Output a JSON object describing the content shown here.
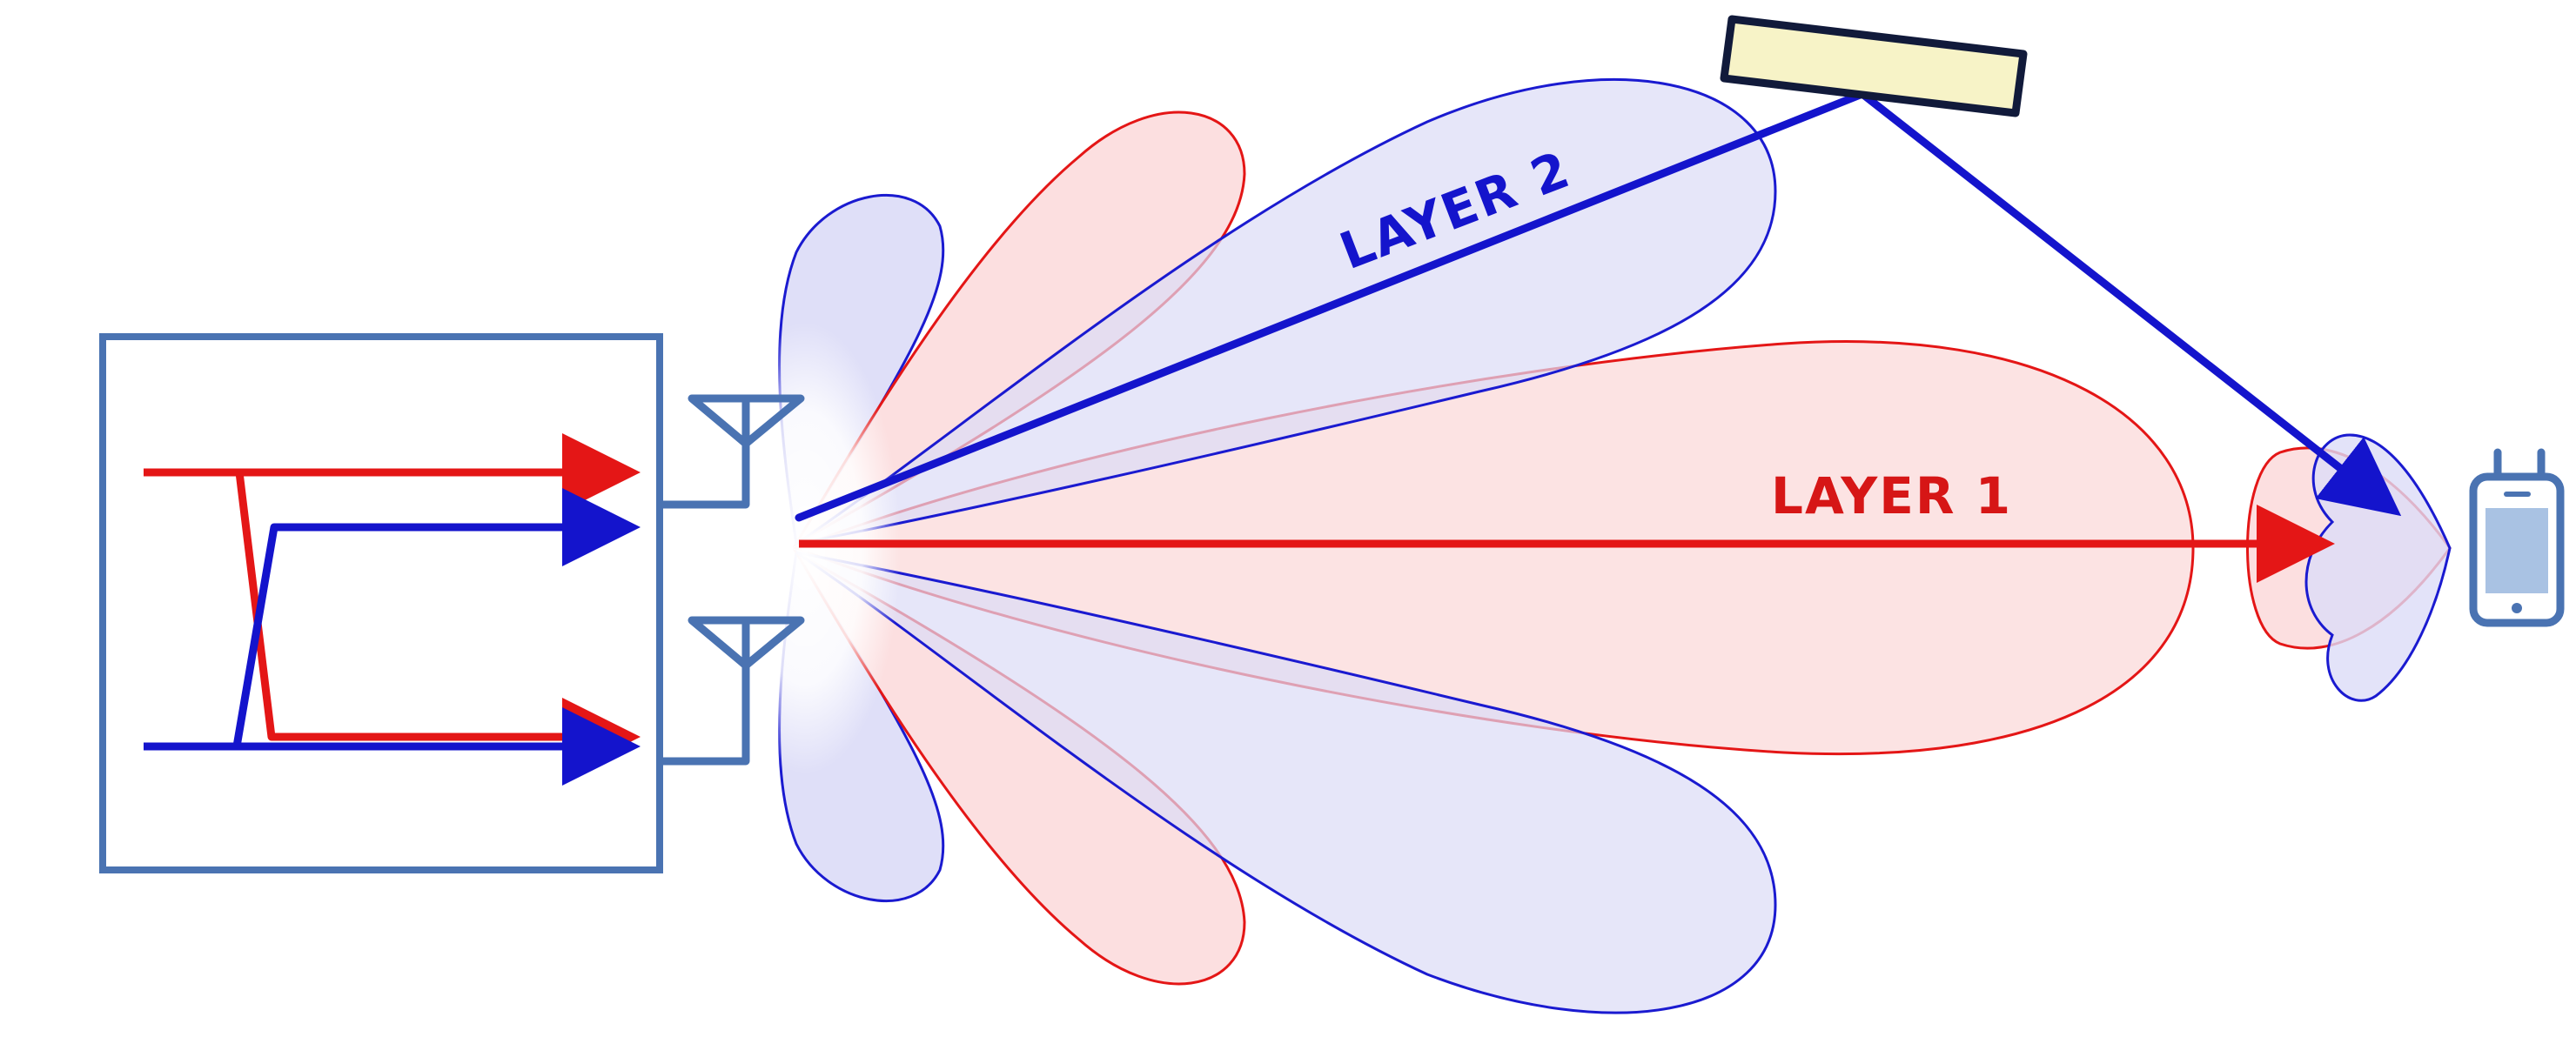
{
  "diagram": {
    "layer1_label": "LAYER 1",
    "layer2_label": "LAYER 2",
    "colors": {
      "layer1": "#e41616",
      "layer2": "#1414cc",
      "lobe_red_fill": "#fbd9da",
      "lobe_blue_fill": "#dcdcf7",
      "frame": "#4a73b2",
      "reflector_fill": "#f7f3c7",
      "reflector_stroke": "#111a3a",
      "phone_fill": "#a9c2e3",
      "phone_stroke": "#4a73b2"
    },
    "icons": [
      "precoder-box",
      "antenna-icon",
      "reflector-panel",
      "phone-icon"
    ]
  }
}
